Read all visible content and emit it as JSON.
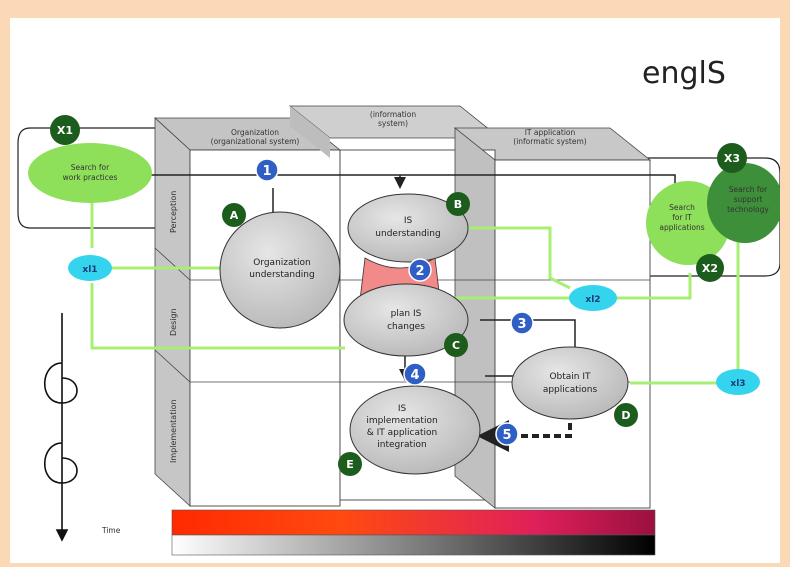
{
  "brand": {
    "logo_text": "englS"
  },
  "columns": {
    "organization": [
      "Organization",
      "(organizational system)"
    ],
    "information": [
      "(information",
      "system)"
    ],
    "it": [
      "IT application",
      "(informatic system)"
    ]
  },
  "rows": {
    "perception": "Perception",
    "design": "Design",
    "implementation": "Implementation"
  },
  "processes": {
    "A": [
      "Organization",
      "understanding"
    ],
    "B": [
      "IS",
      "understanding"
    ],
    "C": [
      "plan IS",
      "changes"
    ],
    "D": [
      "Obtain IT",
      "applications"
    ],
    "E": [
      "IS",
      "implementation",
      "& IT application",
      "integration"
    ]
  },
  "process_letters": {
    "A": "A",
    "B": "B",
    "C": "C",
    "D": "D",
    "E": "E"
  },
  "external": {
    "x1_label": "X1",
    "x1_text": [
      "Search for",
      "work practices"
    ],
    "x2_label": "X2",
    "x2_text": [
      "Search",
      "for IT",
      "applications"
    ],
    "x3_label": "X3",
    "x3_text": [
      "Search for",
      "support",
      "technology"
    ]
  },
  "links": {
    "xl1": "xl1",
    "xl2": "xl2",
    "xl3": "xl3"
  },
  "steps": [
    "1",
    "2",
    "3",
    "4",
    "5"
  ],
  "time_label": "Time",
  "colors": {
    "green_ext": "#8ee05a",
    "dark_green": "#1c5c1c",
    "step_blue": "#2f5fc4",
    "xl_cyan": "#34d3ee",
    "process_grey": "#d0d0d0",
    "bg_frame": "#fbd9b6"
  }
}
